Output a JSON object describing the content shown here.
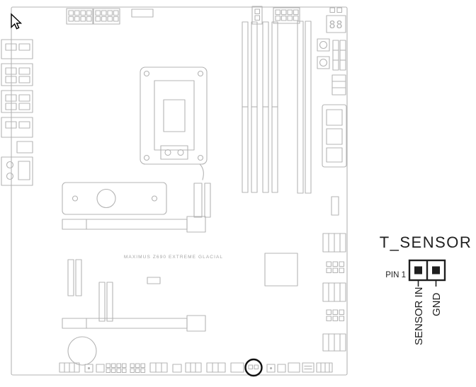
{
  "colors": {
    "line": "#b4b4b4",
    "board_text": "#a6a6a6",
    "ink": "#1f1f1f",
    "highlight": "#111111",
    "background": "#ffffff"
  },
  "board": {
    "name_label": "MAXIMUS Z690 EXTREME GLACIAL",
    "debug_code_display": "88"
  },
  "callout": {
    "title": "T_SENSOR",
    "pin1_label": "PIN 1",
    "pins": [
      {
        "index": 1,
        "label": "SENSOR IN"
      },
      {
        "index": 2,
        "label": "GND"
      }
    ]
  }
}
